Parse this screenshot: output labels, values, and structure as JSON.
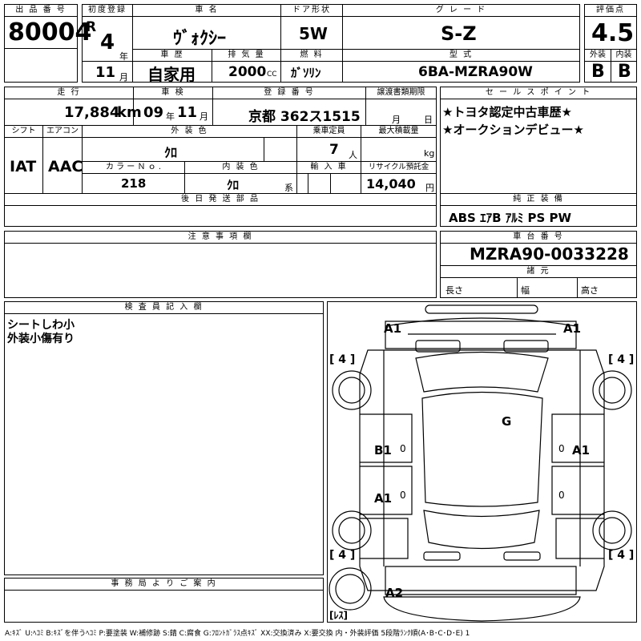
{
  "header": {
    "lot_label": "出 品 番 号",
    "lot_number": "80004",
    "first_reg_label": "初度登録",
    "era": "R",
    "year": "4",
    "year_unit": "年",
    "month": "11",
    "month_unit": "月",
    "car_name_label": "車 名",
    "car_name": "ｳﾞｫｸｼｰ",
    "door_label": "ドア形状",
    "door": "5W",
    "grade_label": "グ レ ー ド",
    "grade": "S-Z",
    "score_label": "評価点",
    "score": "4.5",
    "history_label": "車 歴",
    "history": "自家用",
    "displacement_label": "排 気 量",
    "displacement": "2000",
    "cc_unit": "CC",
    "fuel_label": "燃 料",
    "fuel": "ｶﾞｿﾘﾝ",
    "model_label": "型 式",
    "model": "6BA-MZRA90W",
    "exterior_label": "外装",
    "exterior_grade": "B",
    "interior_label": "内装",
    "interior_grade": "B"
  },
  "row2": {
    "mileage_label": "走 行",
    "mileage": "17,884",
    "mileage_unit": "km",
    "inspection_label": "車 検",
    "inspection_year": "09",
    "inspection_year_unit": "年",
    "inspection_month": "11",
    "inspection_month_unit": "月",
    "plate_label": "登 録 番 号",
    "plate": "京都 362ス1515",
    "transfer_label": "譲渡書類期限",
    "transfer_month_unit": "月",
    "transfer_day_unit": "日",
    "sales_label": "セ ー ル ス ポ イ ン ト",
    "sales_points": [
      "★トヨタ認定中古車歴★",
      "★オークションデビュー★"
    ]
  },
  "row3": {
    "shift_label": "シフト",
    "shift": "IAT",
    "ac_label": "エアコン",
    "ac": "AAC",
    "ext_color_label": "外 装 色",
    "ext_color": "ｸﾛ",
    "seats_label": "乗車定員",
    "seats": "7",
    "seats_unit": "人",
    "load_label": "最大積載量",
    "load_unit": "kg",
    "color_no_label": "カ ラ ー Ｎ ｏ .",
    "color_no": "218",
    "int_color_label": "内 装 色",
    "int_color": "ｸﾛ",
    "int_color_unit": "系",
    "import_label": "輸 入 車",
    "recycle_label": "リサイクル預託金",
    "recycle": "14,040",
    "recycle_unit": "円"
  },
  "later_parts_label": "後 日 発 送 部 品",
  "equipment_label": "純 正 装 備",
  "equipment": "ABS ｴｱB ｱﾙﾐ PS PW",
  "notes_label": "注 意 事 項 欄",
  "chassis_label": "車 台 番 号",
  "chassis": "MZRA90-0033228",
  "dims_label": "諸 元",
  "length_label": "長さ",
  "width_label": "幅",
  "height_label": "高さ",
  "inspector_label": "検 査 員 記 入 欄",
  "inspector_notes": [
    "シートしわ小",
    "外装小傷有り"
  ],
  "office_label": "事 務 局 よ り ご 案 内",
  "diagram": {
    "a1_front_left": "A1",
    "a1_front_right": "A1",
    "tire_fl": "[ 4 ]",
    "tire_fr": "[ 4 ]",
    "tire_rl": "[ 4 ]",
    "tire_rr": "[ 4 ]",
    "g_mark": "G",
    "b1_left": "B1",
    "a1_right_door": "A1",
    "a1_left_rear": "A1",
    "a2_rear": "A2",
    "spare": "[ﾚｽ]",
    "zero": "0"
  },
  "legend": "A:ｷｽﾞ U:ﾍｺﾐ B:ｷｽﾞを伴うﾍｺﾐ P:要塗装 W:補修跡 S:錆 C:腐食 G:ﾌﾛﾝﾄｶﾞﾗｽ点ｷｽﾞ XX:交換済み X:要交換 内・外装評価 5段階ﾗﾝｸ順(A･B･C･D･E) 1"
}
